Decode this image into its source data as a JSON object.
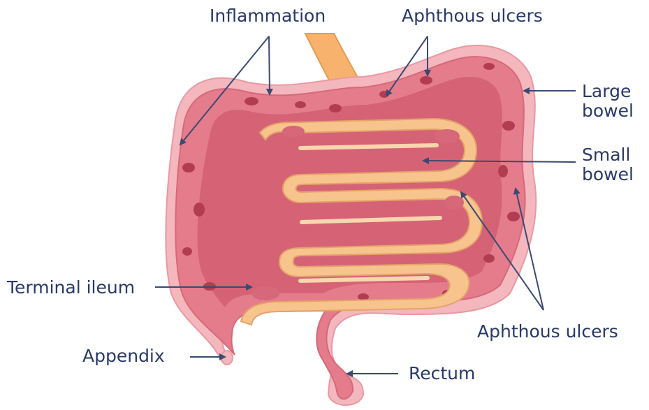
{
  "labels": {
    "inflammation": "Inflammation",
    "aphthous_ulcers_top": "Aphthous ulcers",
    "large_bowel_line1": "Large",
    "large_bowel_line2": "bowel",
    "small_bowel_line1": "Small",
    "small_bowel_line2": "bowel",
    "terminal_ileum": "Terminal ileum",
    "appendix": "Appendix",
    "aphthous_ulcers_bottom": "Aphthous ulcers",
    "rectum": "Rectum"
  },
  "colors": {
    "label_text": "#2a3a67",
    "leader_line": "#3a4a72",
    "colon_outer": "#f3b7bd",
    "colon_wall": "#e57c8c",
    "colon_inner": "#c94f63",
    "ulcer_spot": "#b23d52",
    "small_bowel": "#f6c48c",
    "esophagus": "#f7b36d"
  }
}
